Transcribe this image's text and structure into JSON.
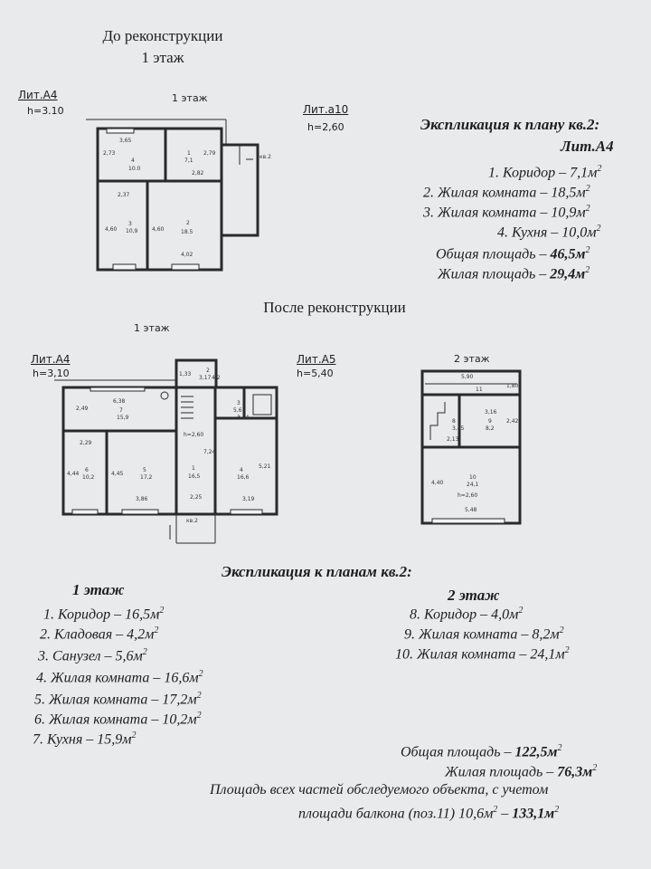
{
  "before": {
    "heading": "До реконструкции",
    "floor": "1 этаж",
    "plan_floor_label": "1 этаж",
    "lit_a4": "Лит.А4",
    "lit_a4_h": "h=3.10",
    "lit_a10": "Лит.а10",
    "lit_a10_h": "h=2,60",
    "kv_label": "кв.2",
    "room_labels": {
      "r4_dim_top": "3,65",
      "r4_num": "4",
      "r4_area": "10.0",
      "r4_side": "2,73",
      "r1_num": "1",
      "r1_area": "7,1",
      "r1_side": "2,79",
      "r1_bottom": "2,82",
      "r3_top": "2,37",
      "r3_num": "3",
      "r3_area": "10,9",
      "r3_side": "4,60",
      "r2_num": "2",
      "r2_area": "18.5",
      "r2_side": "4,60",
      "r2_bottom": "4,02"
    },
    "explication": {
      "title": "Экспликация к плану кв.2:",
      "subtitle": "Лит.А4",
      "items": [
        "1. Коридор – 7,1м",
        "2. Жилая комната – 18,5м",
        "3. Жилая комната – 10,9м",
        "4. Кухня – 10,0м"
      ],
      "total_label": "Общая площадь – ",
      "total_value": "46,5м",
      "living_label": "Жилая площадь – ",
      "living_value": "29,4м"
    }
  },
  "after": {
    "heading": "После реконструкции",
    "floor1_label": "1 этаж",
    "floor2_label": "2 этаж",
    "lit_a4": "Лит.А4",
    "lit_a4_h": "h=3,10",
    "lit_a5": "Лит.А5",
    "lit_a5_h": "h=5,40",
    "kv_label": "кв.2",
    "room_labels": {
      "r7_top": "6,38",
      "r7_num": "7",
      "r7_area": "15,9",
      "r7_side": "2,49",
      "r6_top": "2,29",
      "r6_num": "6",
      "r6_area": "10,2",
      "r6_side": "4,44",
      "r5_num": "5",
      "r5_area": "17,2",
      "r5_side": "4,45",
      "r5_bottom": "3,86",
      "r1_num": "1",
      "r1_area": "16,5",
      "r1_h": "h=2,60",
      "r1_side": "7,24",
      "r1_bottom": "2,25",
      "r2_top": "3,17",
      "r2_num": "2",
      "r2_area": "4,2",
      "r2_side": "1,33",
      "r3_num": "3",
      "r3_area": "5,6",
      "r3_side": "3,14",
      "r4_num": "4",
      "r4_area": "16,6",
      "r4_side": "5,21",
      "r4_bottom": "3,19",
      "f2_top": "5,90",
      "f2_balcony": "11",
      "f2_side": "1,80",
      "r9_num": "9",
      "r9_area": "8,2",
      "r9_side": "2,42",
      "r9_top": "3,16",
      "r8_top": "2,13",
      "r8_num": "8",
      "r8_side": "3,45",
      "r10_num": "10",
      "r10_area": "24,1",
      "r10_h": "h=2,60",
      "r10_side": "4,40",
      "r10_bottom": "5,48"
    },
    "explication": {
      "title": "Экспликация к планам кв.2:",
      "floor1_title": "1 этаж",
      "floor1_items": [
        "1. Коридор – 16,5м",
        "2. Кладовая – 4,2м",
        "3. Санузел  – 5,6м",
        "4. Жилая комната – 16,6м",
        "5. Жилая комната – 17,2м",
        "6. Жилая комната – 10,2м",
        "7. Кухня – 15,9м"
      ],
      "floor2_title": "2 этаж",
      "floor2_items": [
        "8. Коридор – 4,0м",
        "9. Жилая комната – 8,2м",
        "10. Жилая комната – 24,1м"
      ],
      "total_label": "Общая площадь – ",
      "total_value": "122,5м",
      "living_label": "Жилая площадь – ",
      "living_value": "76,3м",
      "all_parts_line1": "Площадь всех частей обследуемого объекта, с учетом",
      "all_parts_line2": "площади балкона (поз.11) 10,6м",
      "all_parts_dash": " – ",
      "all_parts_value": "133,1м"
    }
  },
  "superscript": "2"
}
